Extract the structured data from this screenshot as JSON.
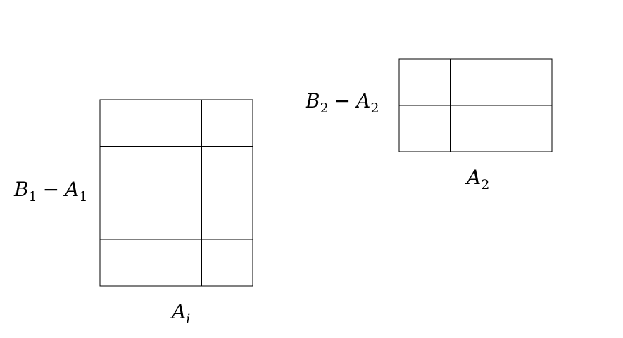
{
  "left_grid": {
    "rows": 4,
    "cols": 3,
    "side_label": {
      "base1": "B",
      "sub1": "1",
      "operator": "−",
      "base2": "A",
      "sub2": "1"
    },
    "bottom_label": {
      "base": "A",
      "sub": "i"
    }
  },
  "right_grid": {
    "rows": 2,
    "cols": 3,
    "side_label": {
      "base1": "B",
      "sub1": "2",
      "operator": "−",
      "base2": "A",
      "sub2": "2"
    },
    "bottom_label": {
      "base": "A",
      "sub": "2"
    }
  },
  "colors": {
    "line": "#000000",
    "background": "#ffffff"
  }
}
